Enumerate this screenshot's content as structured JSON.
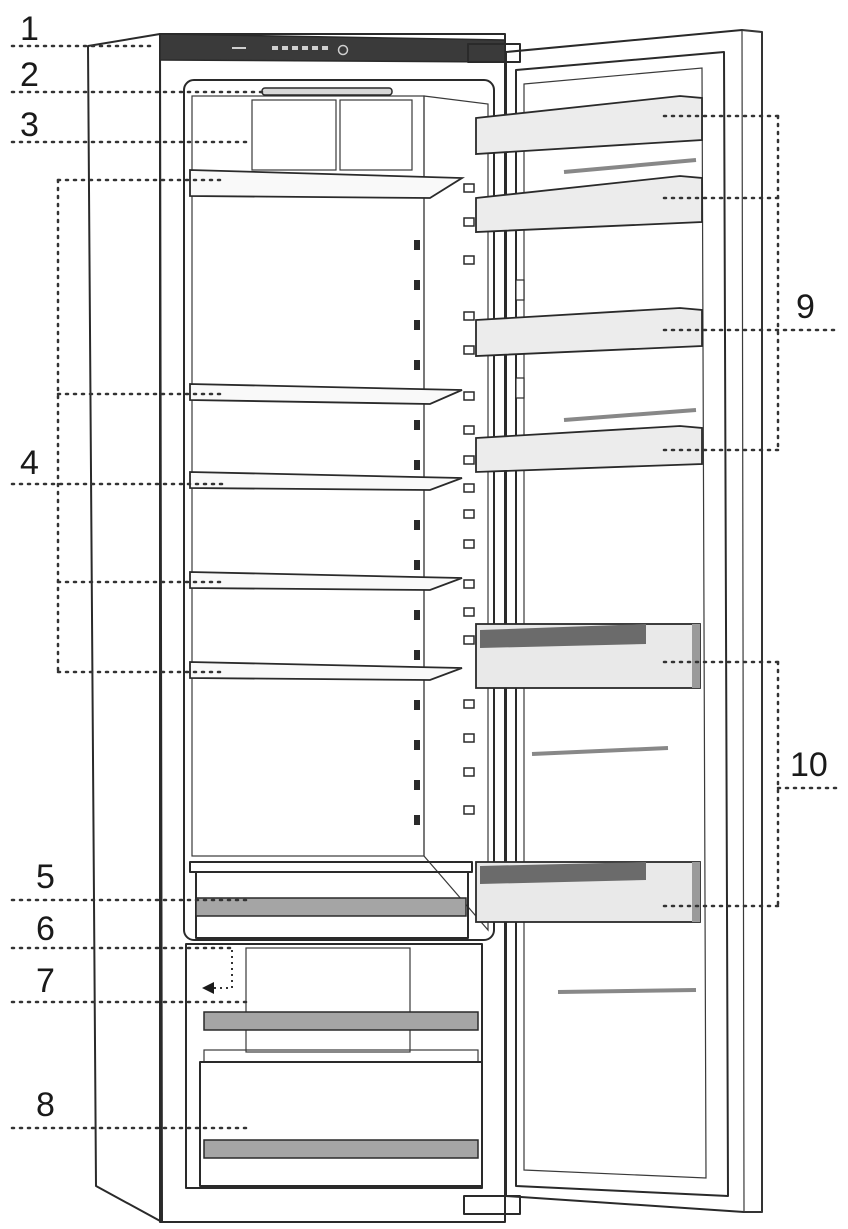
{
  "callouts": {
    "c1": "1",
    "c2": "2",
    "c3": "3",
    "c4": "4",
    "c5": "5",
    "c6": "6",
    "c7": "7",
    "c8": "8",
    "c9": "9",
    "c10": "10"
  },
  "colors": {
    "line": "#2a2a2a",
    "panel_light": "#f4f4f4",
    "interior": "#ebebeb",
    "control_panel": "#3a3a3a",
    "shelf_front": "#e2e2e2",
    "rail_gray": "#9a9a9a",
    "door_bin_dark": "#6b6b6b",
    "background": "#ffffff"
  }
}
